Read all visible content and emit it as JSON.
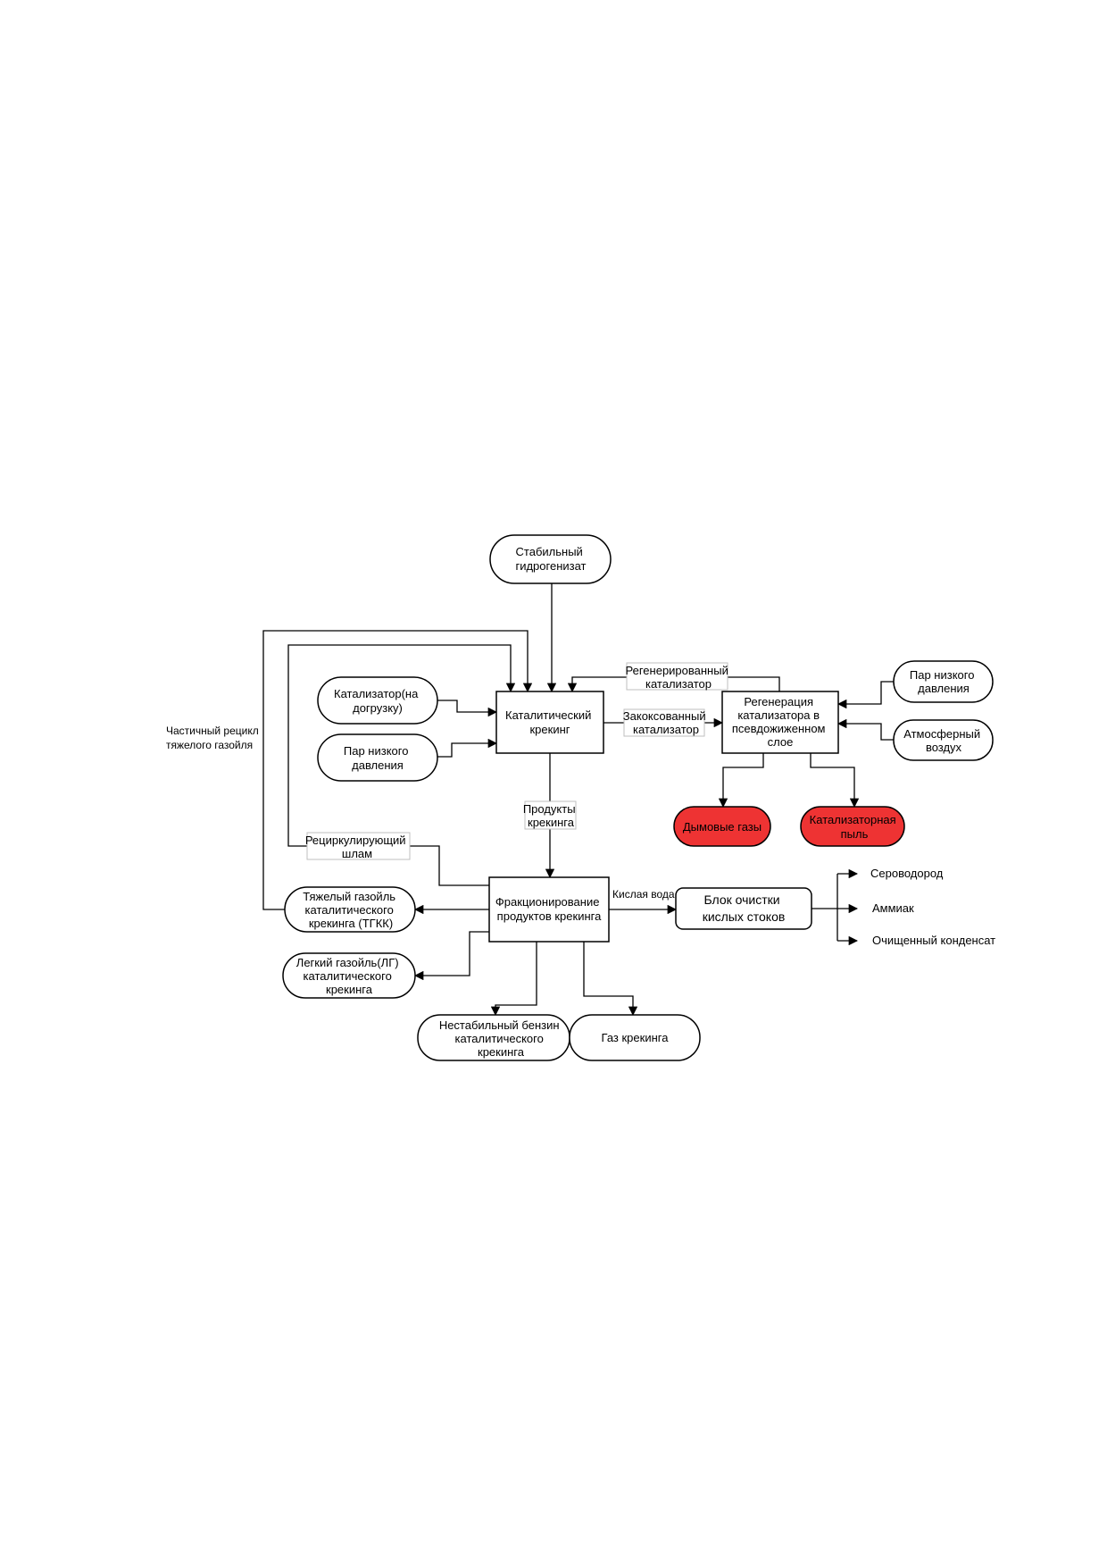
{
  "nodes": {
    "stable_hydrogenate": [
      "Стабильный",
      "гидрогенизат"
    ],
    "catalyst_topup": [
      "Катализатор(на",
      "догрузку)"
    ],
    "lp_steam_left": [
      "Пар низкого",
      "давления"
    ],
    "cat_cracking": [
      "Каталитический",
      "крекинг"
    ],
    "regeneration": [
      "Регенерация",
      "катализатора в",
      "псевдожиженном",
      "слое"
    ],
    "lp_steam_right": [
      "Пар низкого",
      "давления"
    ],
    "atm_air": [
      "Атмосферный",
      "воздух"
    ],
    "flue_gases": [
      "Дымовые газы"
    ],
    "catalyst_dust": [
      "Катализаторная",
      "пыль"
    ],
    "fractionation": [
      "Фракционирование",
      "продуктов крекинга"
    ],
    "sour_water_unit": [
      "Блок очистки",
      "кислых стоков"
    ],
    "heavy_gasoil": [
      "Тяжелый газойль",
      "каталитического",
      "крекинга (ТГКК)"
    ],
    "light_gasoil": [
      "Легкий газойль(ЛГ)",
      "каталитического",
      "крекинга"
    ],
    "unstable_gasoline": [
      "Нестабильный бензин",
      "каталитического",
      "крекинга"
    ],
    "cracking_gas": [
      "Газ крекинга"
    ]
  },
  "edge_labels": {
    "regenerated_catalyst": [
      "Регенерированный",
      "катализатор"
    ],
    "coked_catalyst": [
      "Закоксованный",
      "катализатор"
    ],
    "cracking_products": [
      "Продукты",
      "крекинга"
    ],
    "recirc_sludge": [
      "Рециркулирующий",
      "шлам"
    ],
    "partial_recycle": [
      "Частичный рецикл",
      "тяжелого газойля"
    ],
    "sour_water": [
      "Кислая вода"
    ]
  },
  "outputs": {
    "h2s": "Сероводород",
    "ammonia": "Аммиак",
    "condensate": "Очищенный конденсат"
  },
  "colors": {
    "emission_fill": "#ee3333",
    "line": "#000000"
  }
}
